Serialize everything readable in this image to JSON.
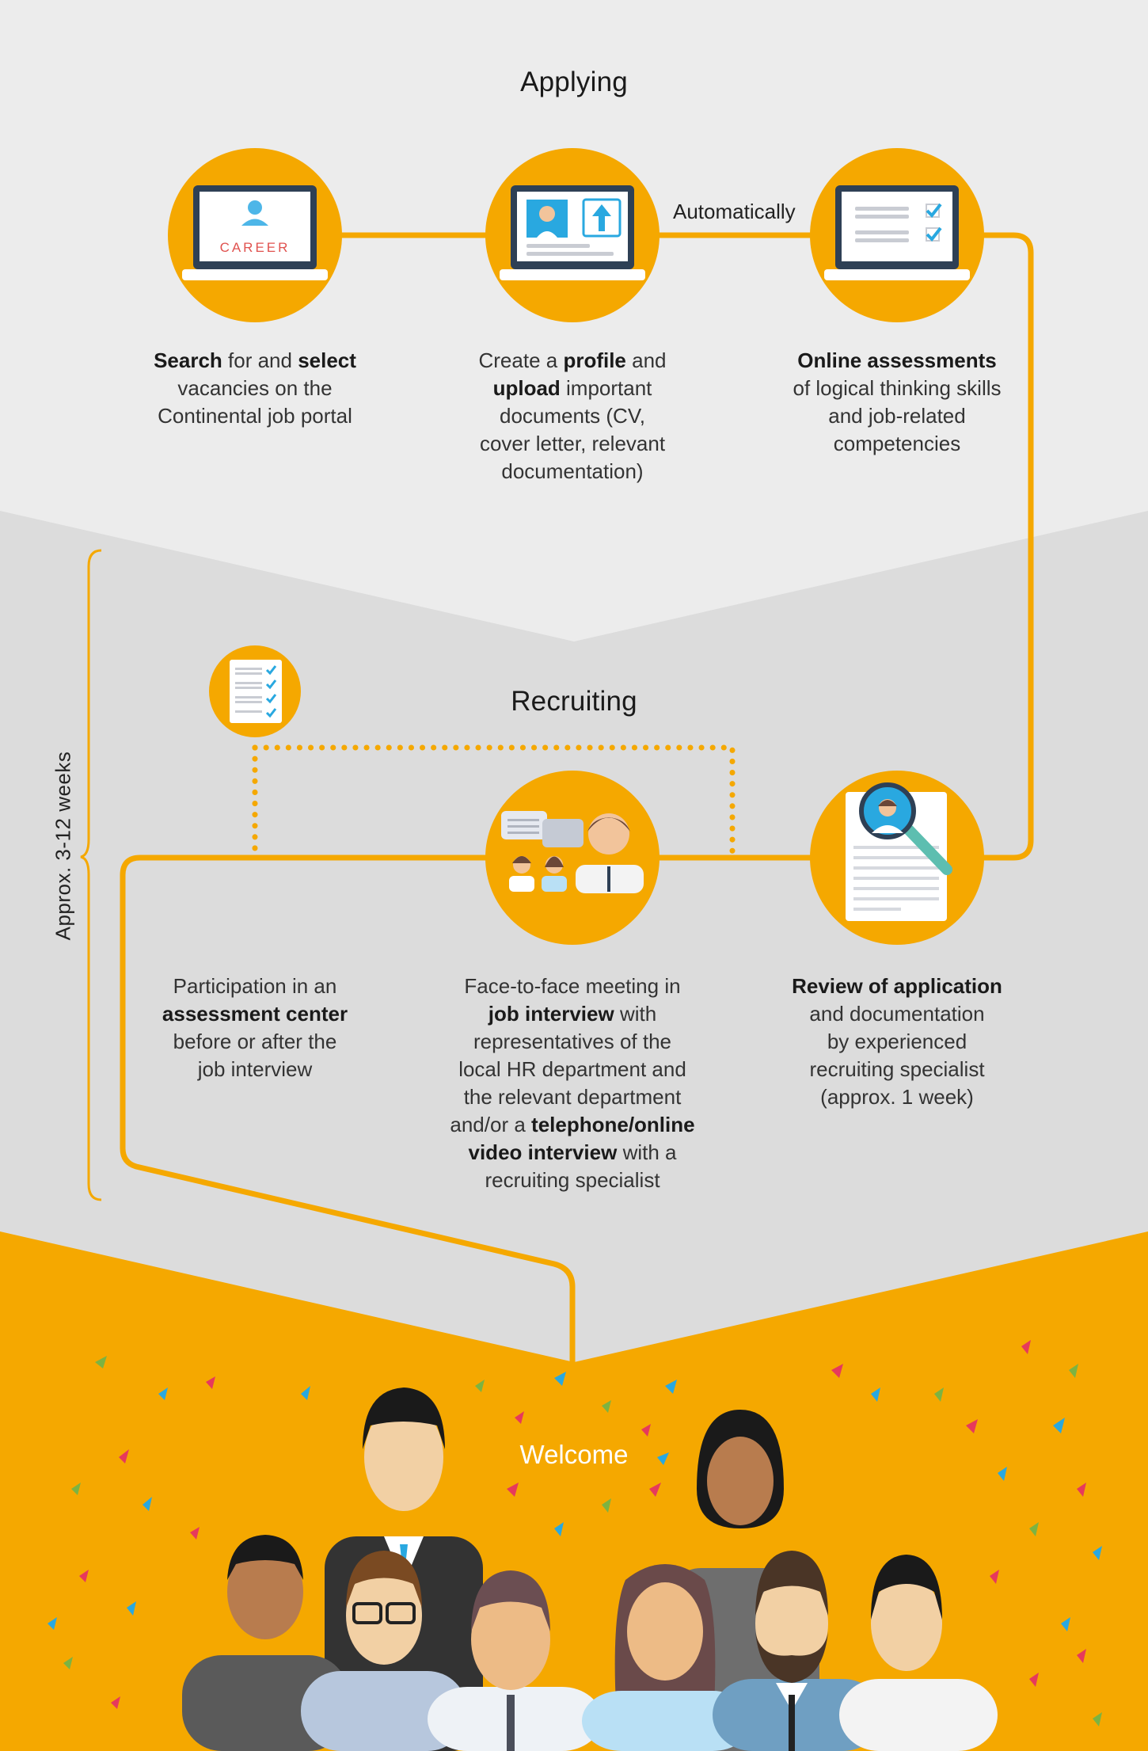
{
  "colors": {
    "orange": "#F5A800",
    "bg_top": "#ECECEC",
    "bg_mid": "#DCDCDC",
    "text": "#333333",
    "accent_blue": "#29A8E0",
    "career_red": "#E0524F",
    "laptop_dark": "#2E4055"
  },
  "applying": {
    "title": "Applying",
    "connector_label": "Automatically",
    "steps": [
      {
        "icon": "laptop-career-icon",
        "screen_text": "CAREER",
        "desc": [
          {
            "bold": "Search",
            "rest": " for and "
          },
          {
            "bold": "select",
            "rest": ""
          }
        ],
        "desc_lines": [
          "vacancies on the",
          "Continental job portal"
        ]
      },
      {
        "icon": "laptop-profile-upload-icon",
        "desc_line1_pre": "Create a ",
        "desc_line1_bold": "profile",
        "desc_line1_post": " and",
        "desc_line2_bold": "upload",
        "desc_line2_post": " important",
        "desc_lines": [
          "documents (CV,",
          "cover letter, relevant",
          "documentation)"
        ]
      },
      {
        "icon": "laptop-checklist-icon",
        "desc_bold": "Online assessments",
        "desc_lines": [
          "of logical thinking skills",
          "and job-related",
          "competencies"
        ]
      }
    ]
  },
  "recruiting": {
    "title": "Recruiting",
    "duration_label": "Approx. 3-12 weeks",
    "steps": [
      {
        "icon": "assessment-checklist-icon",
        "desc_line1": "Participation in an",
        "desc_bold": "assessment center",
        "desc_lines": [
          "before or after the",
          "job interview"
        ]
      },
      {
        "icon": "interview-people-icon",
        "desc_line1": "Face-to-face meeting in",
        "desc_line2_bold": "job interview",
        "desc_line2_post": " with",
        "desc_lines_mid": [
          "representatives of the",
          "local HR department and",
          "the relevant department"
        ],
        "desc_line6_pre": "and/or a ",
        "desc_line6_bold": "telephone/online",
        "desc_line7_bold": "video interview",
        "desc_line7_post": " with a",
        "desc_line8": "recruiting specialist"
      },
      {
        "icon": "magnifier-resume-icon",
        "desc_bold": "Review of application",
        "desc_lines": [
          "and documentation",
          "by experienced",
          "recruiting specialist",
          "(approx. 1 week)"
        ]
      }
    ]
  },
  "welcome": {
    "label": "Welcome",
    "illustration": "group-of-new-employees-with-confetti"
  }
}
